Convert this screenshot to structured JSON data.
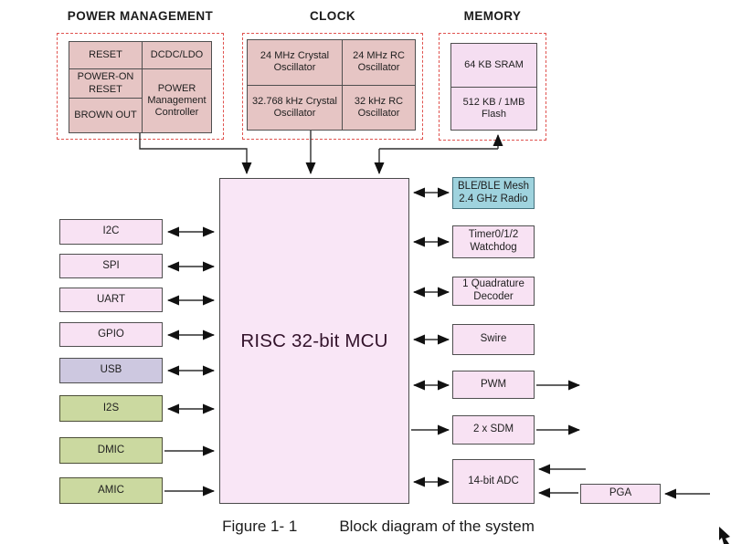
{
  "headers": {
    "power_management": "POWER MANAGEMENT",
    "clock": "CLOCK",
    "memory": "MEMORY"
  },
  "power_management": {
    "reset": "RESET",
    "dcdc_ldo": "DCDC/LDO",
    "power_on_reset": "POWER-ON RESET",
    "controller": "POWER Management Controller",
    "brown_out": "BROWN OUT"
  },
  "clock": {
    "crystal_24mhz": "24 MHz Crystal Oscillator",
    "rc_24mhz": "24 MHz RC Oscillator",
    "crystal_32khz": "32.768 kHz Crystal Oscillator",
    "rc_32khz": "32 kHz RC Oscillator"
  },
  "memory": {
    "sram": "64 KB SRAM",
    "flash": "512 KB / 1MB Flash"
  },
  "mcu": {
    "label": "RISC 32-bit MCU"
  },
  "left_peripherals": [
    {
      "label": "I2C",
      "connection": "bidirectional"
    },
    {
      "label": "SPI",
      "connection": "bidirectional"
    },
    {
      "label": "UART",
      "connection": "bidirectional"
    },
    {
      "label": "GPIO",
      "connection": "bidirectional"
    },
    {
      "label": "USB",
      "connection": "bidirectional"
    },
    {
      "label": "I2S",
      "connection": "bidirectional"
    },
    {
      "label": "DMIC",
      "connection": "to-mcu"
    },
    {
      "label": "AMIC",
      "connection": "to-mcu"
    }
  ],
  "right_peripherals": [
    {
      "label": "BLE/BLE Mesh 2.4 GHz Radio",
      "connection": "bidirectional"
    },
    {
      "label": "Timer0/1/2 Watchdog",
      "connection": "bidirectional"
    },
    {
      "label": "1 Quadrature Decoder",
      "connection": "bidirectional"
    },
    {
      "label": "Swire",
      "connection": "bidirectional"
    },
    {
      "label": "PWM",
      "connection": "bidirectional + external output"
    },
    {
      "label": "2 x SDM",
      "connection": "from-mcu + external output"
    },
    {
      "label": "14-bit ADC",
      "connection": "bidirectional + external inputs"
    }
  ],
  "pga": {
    "label": "PGA",
    "connection": "external input -> PGA -> ADC"
  },
  "caption": {
    "number": "Figure 1- 1",
    "text": "Block diagram of the system"
  },
  "colors": {
    "dashed_outline": "#e0534f",
    "rose_cell": "#e6c5c4",
    "pink_block": "#f8e2f3",
    "mcu_fill": "#f9e6f6",
    "memory_fill": "#f5def1",
    "usb_lavender": "#cdc8e0",
    "audio_green": "#cbd9a0",
    "ble_cyan": "#9fd3de",
    "block_border": "#4f4f4f",
    "connector": "#2f2f2f"
  }
}
